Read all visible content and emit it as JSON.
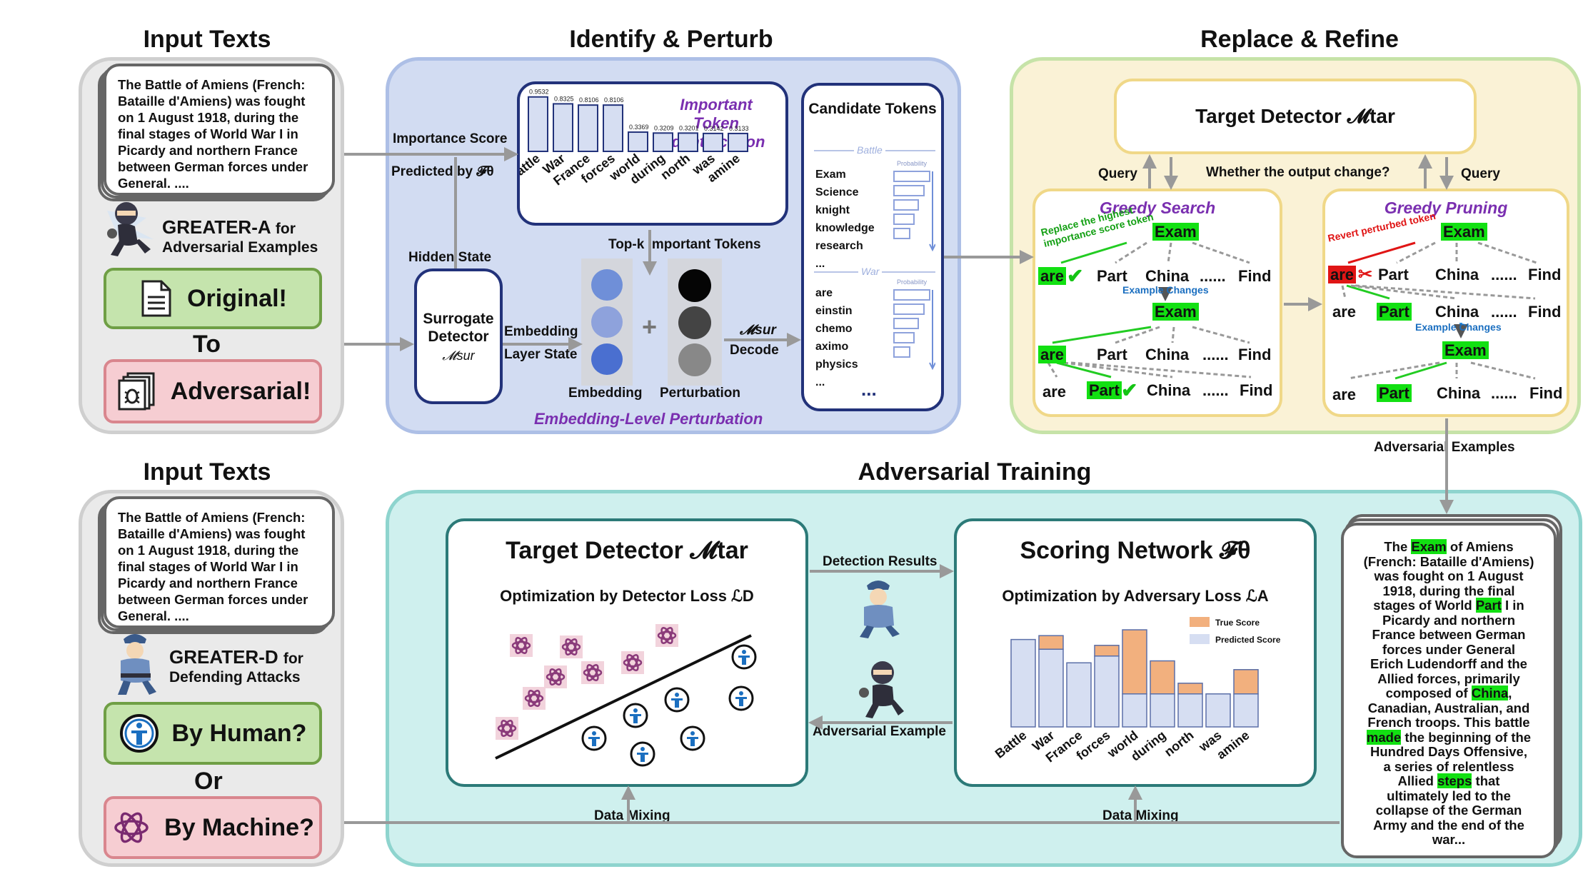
{
  "titles": {
    "input_texts_top": "Input Texts",
    "identify_perturb": "Identify & Perturb",
    "replace_refine": "Replace & Refine",
    "input_texts_bottom": "Input Texts",
    "adversarial_training": "Adversarial Training"
  },
  "passage_short": "The Battle of Amiens (French: Bataille d'Amiens) was fought on 1 August 1918, during the final stages of World War I in Picardy and northern France between German forces under General. ....",
  "greater_a": {
    "name": "GREATER-A",
    "for": "for",
    "desc": "Adversarial Examples"
  },
  "greater_d": {
    "name": "GREATER-D",
    "for": "for",
    "desc": "Defending Attacks"
  },
  "original_btn": "Original!",
  "to_label": "To",
  "adversarial_btn": "Adversarial!",
  "human_btn": "By Human?",
  "or_label": "Or",
  "machine_btn": "By Machine?",
  "identify": {
    "importance_score": "Importance Score",
    "predicted_by": "Predicted  by 𝓕θ",
    "hidden_state": "Hidden  State",
    "surrogate": "Surrogate Detector",
    "surrogate_sym": "𝓜sur",
    "embedding_layer_1": "Embedding",
    "embedding_layer_2": "Layer State",
    "important_title": "Important Token Identification",
    "topk": "Top-k Important Tokens",
    "embedding_label": "Embedding",
    "perturbation_label": "Perturbation",
    "msur_decode_sym": "𝓜sur",
    "decode": "Decode",
    "elp": "Embedding-Level Perturbation"
  },
  "importance_chart": {
    "categories": [
      "Battle",
      "War",
      "France",
      "forces",
      "world",
      "during",
      "north",
      "was",
      "amine"
    ],
    "values": [
      0.9532,
      0.8325,
      0.8106,
      0.8106,
      0.3369,
      0.3209,
      0.3201,
      0.3142,
      0.3133
    ],
    "value_labels": [
      "0.9532",
      "0.8325",
      "0.8106",
      "0.8106",
      "0.3369",
      "0.3209",
      "0.3201",
      "0.3142",
      "0.3133"
    ]
  },
  "candidates": {
    "title": "Candidate Tokens",
    "battle_label": "Battle",
    "battle_list": [
      "Exam",
      "Science",
      "knight",
      "knowledge",
      "research",
      "..."
    ],
    "war_label": "War",
    "war_list": [
      "are",
      "einstin",
      "chemo",
      "aximo",
      "physics",
      "..."
    ],
    "prob_label": "Probability",
    "ellipsis": "..."
  },
  "refine": {
    "target_detector": "Target Detector 𝓜tar",
    "query_left": "Query",
    "query_right": "Query",
    "whether": "Whether the output change?",
    "greedy_search": "Greedy Search",
    "greedy_pruning": "Greedy Pruning",
    "replace_note": "Replace the highest importance score token",
    "revert_note": "Revert perturbed token",
    "example_changes": "Example   Changes",
    "adv_examples": "Adversarial  Examples",
    "tokens": {
      "exam": "Exam",
      "are": "are",
      "part": "Part",
      "china": "China",
      "dots": "......",
      "find": "Find"
    }
  },
  "training": {
    "target_detector": "Target Detector 𝓜tar",
    "opt_detector": "Optimization by Detector Loss ℒD",
    "detection_results": "Detection Results",
    "adversarial_example": "Adversarial  Example",
    "scoring_network": "Scoring Network 𝓕θ",
    "opt_adversary": "Optimization by Adversary Loss ℒA",
    "data_mixing_left": "Data  Mixing",
    "data_mixing_right": "Data  Mixing"
  },
  "scoring_chart": {
    "categories": [
      "Battle",
      "War",
      "France",
      "forces",
      "world",
      "during",
      "north",
      "was",
      "amine"
    ],
    "legend": [
      "True Score",
      "Predicted Score"
    ],
    "colors": {
      "true": "#f2b07e",
      "predicted": "#d6def2"
    },
    "predicted": [
      0.9,
      0.8,
      0.66,
      0.73,
      0.34,
      0.34,
      0.34,
      0.34,
      0.34
    ],
    "true_extra": [
      0,
      0.14,
      0,
      0.11,
      0.66,
      0.34,
      0.11,
      0,
      0.25
    ]
  },
  "adv_passage": [
    [
      "The ",
      "Exam",
      " of Amiens"
    ],
    [
      "(French: Bataille d'Amiens)"
    ],
    [
      "was fought on 1 August"
    ],
    [
      "1918, during the final"
    ],
    [
      "stages of World ",
      "Part",
      " I in"
    ],
    [
      "Picardy and northern"
    ],
    [
      "France between German"
    ],
    [
      "forces under General"
    ],
    [
      "Erich Ludendorff and the"
    ],
    [
      "Allied forces, primarily"
    ],
    [
      "composed of ",
      "China",
      ","
    ],
    [
      "Canadian, Australian, and"
    ],
    [
      "French troops. This battle"
    ],
    [
      "",
      "made",
      " the beginning of the"
    ],
    [
      "Hundred Days Offensive,"
    ],
    [
      "a series of relentless"
    ],
    [
      "Allied ",
      "steps",
      " that"
    ],
    [
      "ultimately led to the"
    ],
    [
      "collapse of the German"
    ],
    [
      "Army and the end of the"
    ],
    [
      "war..."
    ]
  ]
}
